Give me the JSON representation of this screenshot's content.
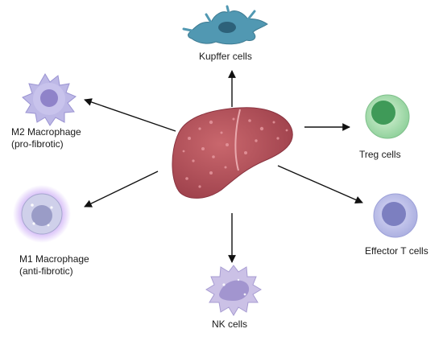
{
  "labels": {
    "kupffer": "Kupffer cells",
    "m2_line1": "M2 Macrophage",
    "m2_line2": "(pro-fibrotic)",
    "m1_line1": "M1 Macrophage",
    "m1_line2": "(anti-fibrotic)",
    "treg": "Treg cells",
    "effector": "Effector T cells",
    "nk": "NK cells"
  },
  "colors": {
    "liver": "#b8545c",
    "kupffer": "#4f93ab",
    "m2": "#b7b2e0",
    "m1_glow": "#b58cef",
    "treg": "#9ed9a8",
    "effector": "#b8bde8",
    "nk": "#c6bce4",
    "arrow": "#111111"
  }
}
